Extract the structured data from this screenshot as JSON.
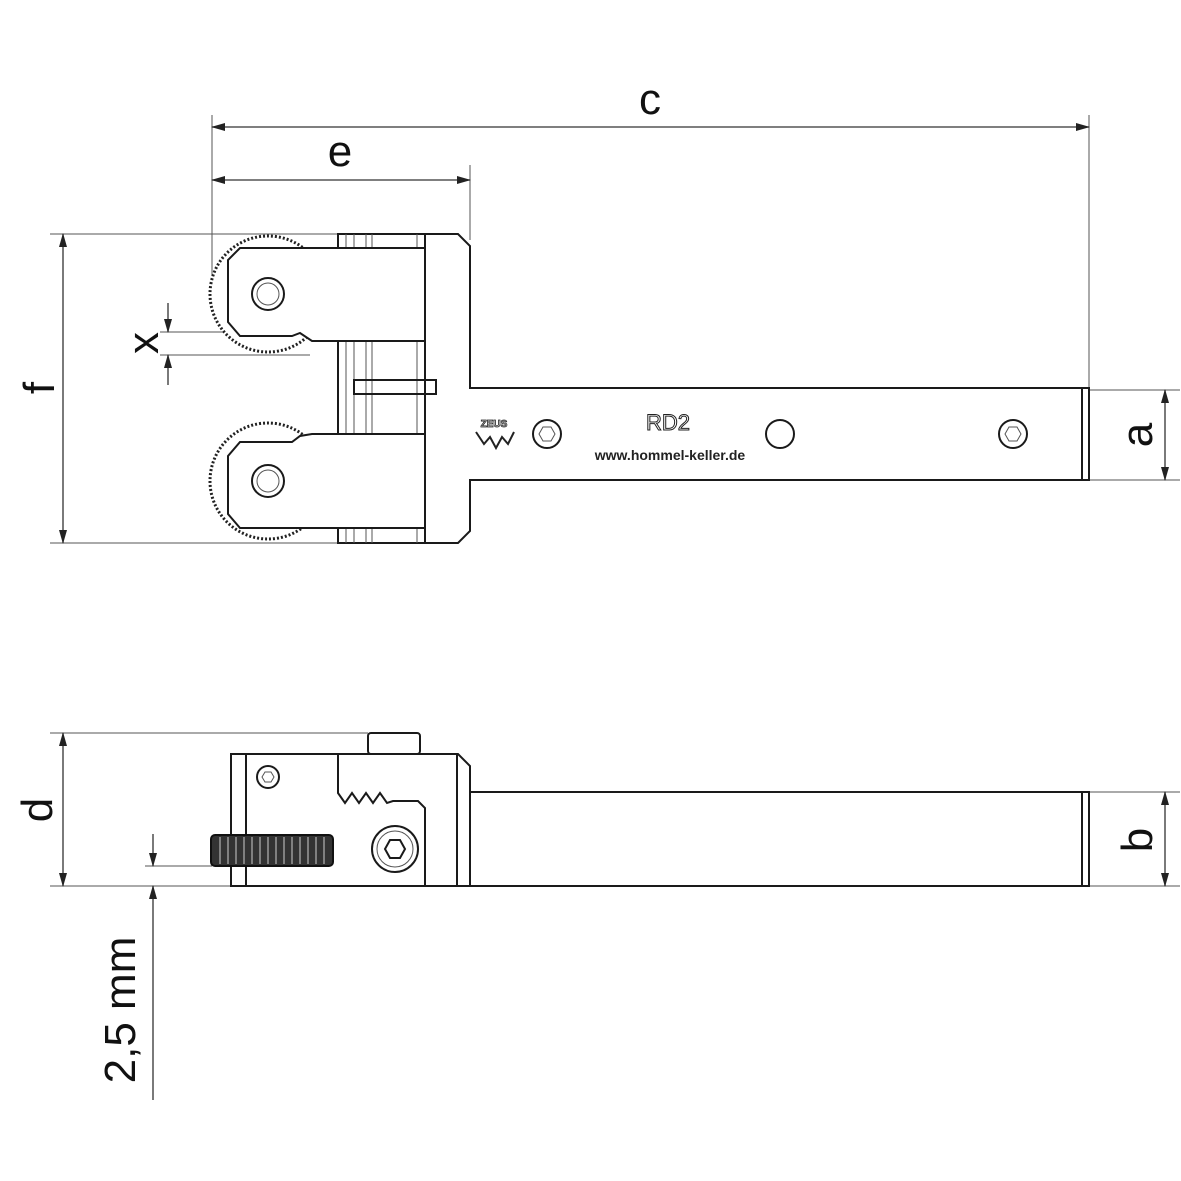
{
  "dimensions": {
    "c": "c",
    "e": "e",
    "f": "f",
    "x": "x",
    "a": "a",
    "d": "d",
    "b": "b",
    "offset": "2,5 mm"
  },
  "tool": {
    "model": "RD2",
    "website": "www.hommel-keller.de",
    "logo": "ZEUS"
  }
}
